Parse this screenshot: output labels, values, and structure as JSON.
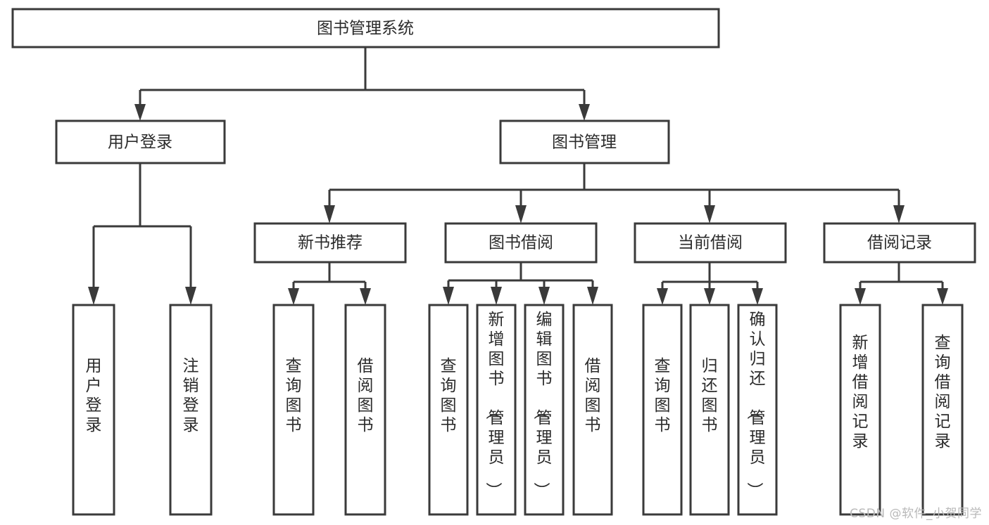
{
  "diagram": {
    "type": "tree",
    "title": "图书管理系统",
    "watermark": "CSDN @软件_小贺同学",
    "colors": {
      "stroke": "#3a3a3a",
      "box_fill": "#ffffff",
      "text": "#2b2b2b",
      "background": "#ffffff",
      "watermark": "#b9b9b9"
    },
    "levels": {
      "root": {
        "label": "图书管理系统"
      },
      "level2": [
        {
          "id": "user-login",
          "label": "用户登录"
        },
        {
          "id": "book-manage",
          "label": "图书管理"
        }
      ],
      "level3": [
        {
          "id": "new-book-rec",
          "label": "新书推荐"
        },
        {
          "id": "book-borrow",
          "label": "图书借阅"
        },
        {
          "id": "current-borrow",
          "label": "当前借阅"
        },
        {
          "id": "borrow-record",
          "label": "借阅记录"
        }
      ],
      "leaves": [
        {
          "id": "leaf-user-login",
          "label": "用户登录",
          "parent": "user-login"
        },
        {
          "id": "leaf-logout",
          "label": "注销登录",
          "parent": "user-login"
        },
        {
          "id": "leaf-query-book-1",
          "label": "查询图书",
          "parent": "new-book-rec"
        },
        {
          "id": "leaf-borrow-book-1",
          "label": "借阅图书",
          "parent": "new-book-rec"
        },
        {
          "id": "leaf-query-book-2",
          "label": "查询图书",
          "parent": "book-borrow"
        },
        {
          "id": "leaf-add-book",
          "label": "新增图书（管理员）",
          "parent": "book-borrow"
        },
        {
          "id": "leaf-edit-book",
          "label": "编辑图书（管理员）",
          "parent": "book-borrow"
        },
        {
          "id": "leaf-borrow-book-2",
          "label": "借阅图书",
          "parent": "book-borrow"
        },
        {
          "id": "leaf-query-book-3",
          "label": "查询图书",
          "parent": "current-borrow"
        },
        {
          "id": "leaf-return-book",
          "label": "归还图书",
          "parent": "current-borrow"
        },
        {
          "id": "leaf-confirm-return",
          "label": "确认归还（管理员）",
          "parent": "current-borrow"
        },
        {
          "id": "leaf-add-record",
          "label": "新增借阅记录",
          "parent": "borrow-record"
        },
        {
          "id": "leaf-query-record",
          "label": "查询借阅记录",
          "parent": "borrow-record"
        }
      ]
    }
  }
}
